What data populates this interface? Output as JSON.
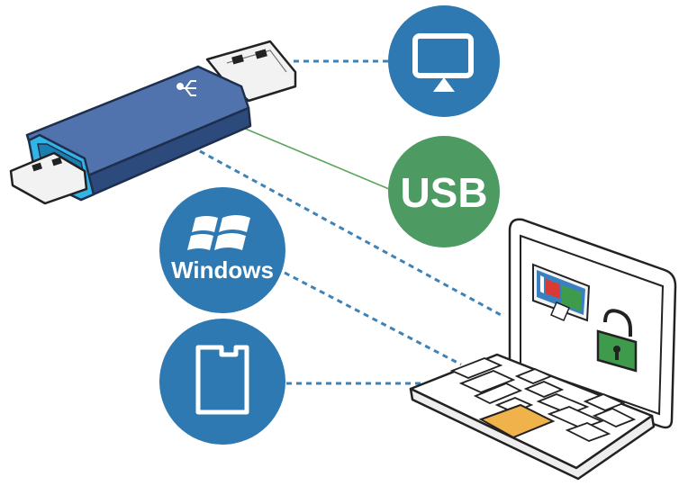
{
  "labels": {
    "usb": "USB",
    "windows": "Windows"
  },
  "colors": {
    "circle_blue": "#2e79b1",
    "circle_green": "#4d9a62",
    "drive_blue": "#3b5d96",
    "drive_ring": "#33b4e6",
    "dashed_line": "#3f82b6",
    "green_line": "#5aa65e",
    "lock_green": "#3f9b4c",
    "touchpad": "#f0b24a"
  },
  "icons": [
    "monitor-icon",
    "usb-text-badge",
    "windows-logo-icon",
    "sd-card-icon",
    "usb-symbol-icon",
    "padlock-icon",
    "laptop-illustration",
    "usb-flash-drive"
  ]
}
